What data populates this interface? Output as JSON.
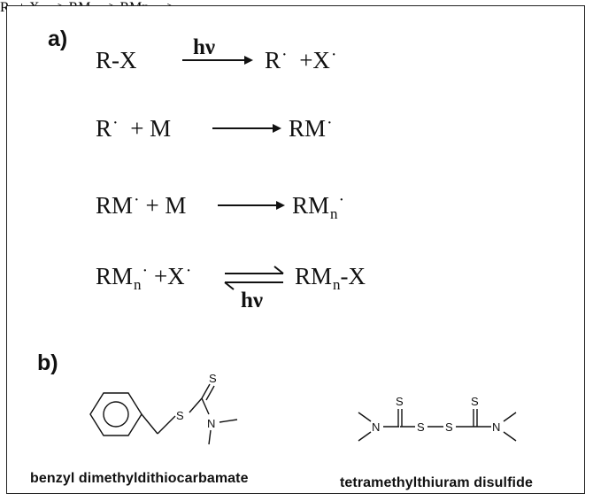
{
  "part_a": {
    "label": "a)",
    "photon": "hν",
    "eq1": {
      "left": "R-X",
      "right_r": "R",
      "right_x": "+X"
    },
    "eq2": {
      "left_r": "R",
      "left_m": "+ M",
      "right": "RM"
    },
    "eq3": {
      "left": "RM",
      "left_m": "+ M",
      "right": "RM",
      "sub": "n"
    },
    "eq4": {
      "left": "RM",
      "sub": "n",
      "left_x": "+X",
      "right": "RM",
      "right_x": "-X"
    }
  },
  "part_b": {
    "label": "b)",
    "atom_s": "S",
    "atom_n": "N",
    "molecule1_name": "benzyl dimethyldithiocarbamate",
    "molecule2_name": "tetramethylthiuram disulfide"
  }
}
